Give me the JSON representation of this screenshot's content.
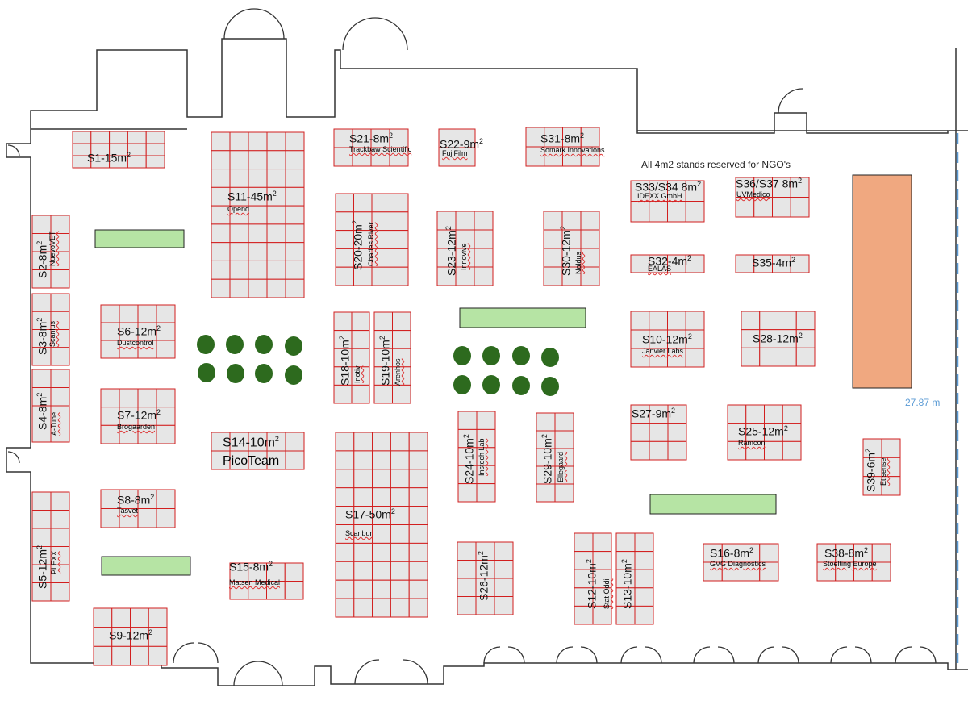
{
  "note": "All 4m2 stands reserved for NGO's",
  "dimension": "27.87 m",
  "colors": {
    "stand_border": "#d21f1f",
    "stand_fill": "#e6e6e6",
    "table": "#b6e4a4",
    "tree": "#2d6a1e",
    "block": "#f0a880",
    "dim": "#5b9bd5"
  },
  "stands": [
    {
      "id": "S1",
      "size": "15m",
      "company": ""
    },
    {
      "id": "S2",
      "size": "8m",
      "company": "NuevoVET"
    },
    {
      "id": "S3",
      "size": "8m",
      "company": "Scanlus"
    },
    {
      "id": "S4",
      "size": "8m",
      "company": "A-Tune"
    },
    {
      "id": "S5",
      "size": "12m",
      "company": "PLEXX"
    },
    {
      "id": "S6",
      "size": "12m",
      "company": "Dustcontrol"
    },
    {
      "id": "S7",
      "size": "12m",
      "company": "Brogaarden"
    },
    {
      "id": "S8",
      "size": "8m",
      "company": "Tasvet"
    },
    {
      "id": "S9",
      "size": "12m",
      "company": ""
    },
    {
      "id": "S10",
      "size": "12m",
      "company": "Janvier Labs"
    },
    {
      "id": "S11",
      "size": "45m",
      "company": "Opend"
    },
    {
      "id": "S12",
      "size": "10m",
      "company": "Stat Oddi"
    },
    {
      "id": "S13",
      "size": "10m",
      "company": ""
    },
    {
      "id": "S14",
      "size": "10m",
      "company": "PicoTeam"
    },
    {
      "id": "S15",
      "size": "8m",
      "company": "Matsen Medical"
    },
    {
      "id": "S16",
      "size": "8m",
      "company": "GVG Diagnostics"
    },
    {
      "id": "S17",
      "size": "50m",
      "company": "Scanbur"
    },
    {
      "id": "S18",
      "size": "10m",
      "company": "Inotiv"
    },
    {
      "id": "S19",
      "size": "10m",
      "company": "Arenhos"
    },
    {
      "id": "S20",
      "size": "20m",
      "company": "Charles River"
    },
    {
      "id": "S21",
      "size": "8m",
      "company": "Trackbaw Scientific"
    },
    {
      "id": "S22",
      "size": "9m",
      "company": "FujiFilm"
    },
    {
      "id": "S23",
      "size": "12m",
      "company": "Innovive"
    },
    {
      "id": "S24",
      "size": "10m",
      "company": "Instech Lab"
    },
    {
      "id": "S25",
      "size": "12m",
      "company": "Ramcon"
    },
    {
      "id": "S26",
      "size": "12m",
      "company": ""
    },
    {
      "id": "S27",
      "size": "9m",
      "company": ""
    },
    {
      "id": "S28",
      "size": "12m",
      "company": ""
    },
    {
      "id": "S29",
      "size": "10m",
      "company": "Ellegaard"
    },
    {
      "id": "S30",
      "size": "12m",
      "company": "Noldus"
    },
    {
      "id": "S31",
      "size": "8m",
      "company": "Somark Innovations"
    },
    {
      "id": "S32",
      "size": "4m",
      "company": "EALAS"
    },
    {
      "id": "S33/S34",
      "size": "8m",
      "company": "IDEXX GmbH"
    },
    {
      "id": "S35",
      "size": "4m",
      "company": ""
    },
    {
      "id": "S36/S37",
      "size": "8m",
      "company": "UVMedico"
    },
    {
      "id": "S38",
      "size": "8m",
      "company": "Stoelting Europe"
    },
    {
      "id": "S39",
      "size": "6m",
      "company": "Etisense"
    }
  ]
}
